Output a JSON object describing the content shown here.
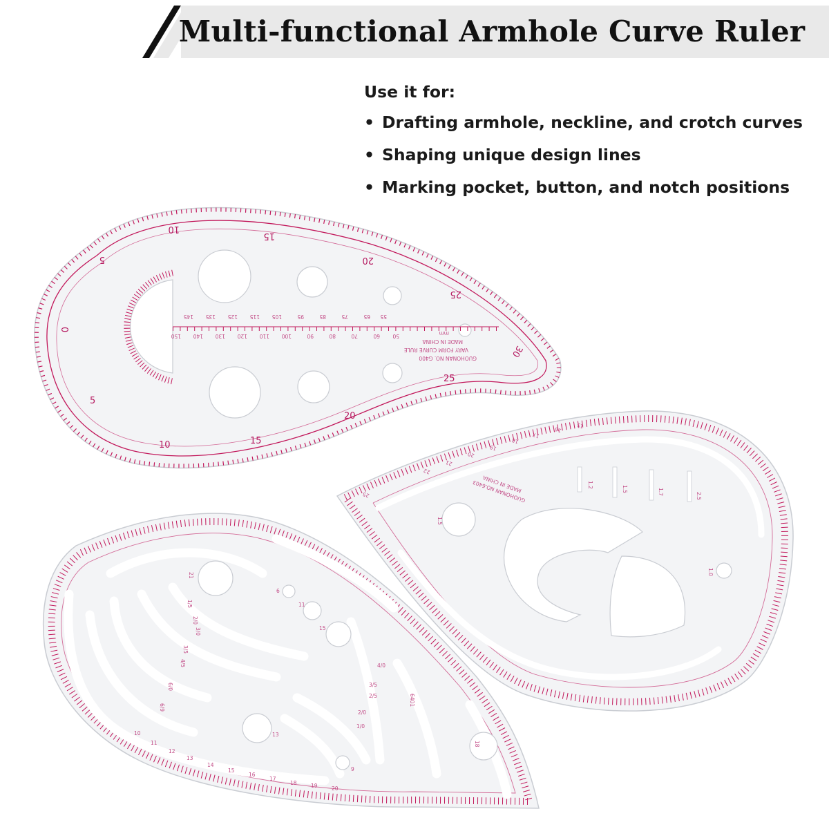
{
  "banner": {
    "title": "Multi-functional Armhole Curve Ruler"
  },
  "uses": {
    "heading": "Use it for:",
    "items": [
      "Drafting armhole, neckline, and crotch curves",
      "Shaping unique design lines",
      "Marking pocket, button, and notch positions"
    ]
  },
  "colors": {
    "accent": "#b5185f",
    "banner_bg": "#e9e9e9",
    "banner_stripe": "#111111",
    "ruler_fill": "#f3f4f6",
    "ruler_edge": "#c9ccd2"
  },
  "ruler_top": {
    "inner_numbers_top": [
      "5",
      "10",
      "15",
      "20",
      "25"
    ],
    "inner_numbers_bottom": [
      "5",
      "10",
      "15",
      "20",
      "25"
    ],
    "edge_numbers": [
      "0",
      "30"
    ],
    "center_scale": [
      "150",
      "140",
      "130",
      "120",
      "110",
      "100",
      "90",
      "80",
      "70",
      "60",
      "50"
    ],
    "center_scale_upper": [
      "145",
      "135",
      "125",
      "115",
      "105",
      "95",
      "85",
      "75",
      "65",
      "55"
    ],
    "unit_label": "mm",
    "model_label": "GUOHONAN NO. G400",
    "sub_label": "VARY FORM CURVE RULE",
    "made_in": "MADE IN CHINA"
  },
  "ruler_right": {
    "model_label": "GUOHONAN NO.6403",
    "made_in": "MADE IN CHINA",
    "slot_labels": [
      "1.2",
      "1.5",
      "1.7",
      "2.5",
      "1.0",
      "1.5"
    ],
    "edge_numbers": [
      "25",
      "22",
      "21",
      "20",
      "19",
      "18",
      "17",
      "16",
      "15"
    ]
  },
  "ruler_left": {
    "model_label": "6401",
    "circle_labels": [
      "21",
      "18",
      "15",
      "13",
      "9",
      "6",
      "11"
    ],
    "slot_labels": [
      "1/5",
      "2/0",
      "3/0",
      "3/5",
      "4/5",
      "6/0",
      "4/0",
      "3/5",
      "2/5",
      "2/0",
      "1/0",
      "6/9"
    ],
    "edge_numbers": [
      "10",
      "11",
      "12",
      "13",
      "14",
      "15",
      "16",
      "17",
      "18",
      "19",
      "20"
    ]
  }
}
